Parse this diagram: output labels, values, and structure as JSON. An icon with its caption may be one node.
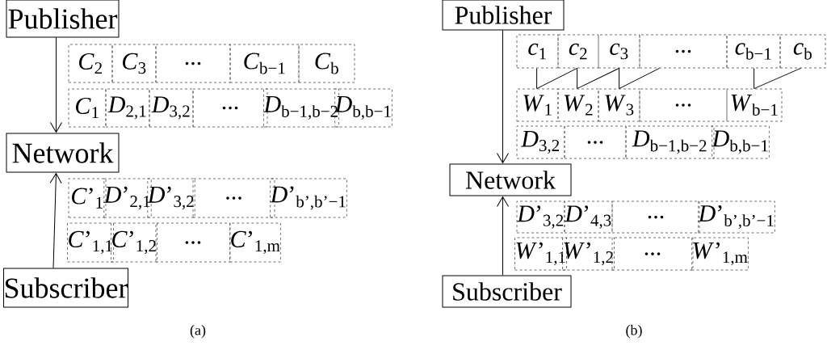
{
  "diagram": {
    "nodes": [
      {
        "text": [
          "Publisher"
        ]
      },
      {
        "text": [
          "Network"
        ]
      },
      {
        "text": [
          "Subscriber"
        ]
      },
      {
        "text": [
          "*C*$_{2}$"
        ]
      },
      {
        "text": [
          "*C*$_{3}$"
        ]
      },
      {
        "text": [
          "..."
        ]
      },
      {
        "text": [
          "*C*$_{b−1}$"
        ]
      },
      {
        "text": [
          "*C*$_{b}$"
        ]
      },
      {
        "text": [
          "*C*$_{1}$"
        ]
      },
      {
        "text": [
          "*D*$_{2,1}$"
        ]
      },
      {
        "text": [
          "*D*$_{3,2}$"
        ]
      },
      {
        "text": [
          "..."
        ]
      },
      {
        "text": [
          "*D*$_{b−1,b−2}$"
        ]
      },
      {
        "text": [
          "*D*$_{b,b−1}$"
        ]
      },
      {
        "text": [
          "*C*’$_{1}$"
        ]
      },
      {
        "text": [
          "*D*’$_{2,1}$"
        ]
      },
      {
        "text": [
          "*D*’$_{3,2}$"
        ]
      },
      {
        "text": [
          "..."
        ]
      },
      {
        "text": [
          "*D*’$_{b’,b’−1}$"
        ]
      },
      {
        "text": [
          "*C*’$_{1,1}$"
        ]
      },
      {
        "text": [
          "*C*’$_{1,2}$"
        ]
      },
      {
        "text": [
          "..."
        ]
      },
      {
        "text": [
          "*C*’$_{1,m}$"
        ]
      },
      {
        "text": [
          "Publisher"
        ]
      },
      {
        "text": [
          "Network"
        ]
      },
      {
        "text": [
          "Subscriber"
        ]
      },
      {
        "text": [
          "*c*$_{1}$"
        ]
      },
      {
        "text": [
          "*c*$_{2}$"
        ]
      },
      {
        "text": [
          "*c*$_{3}$"
        ]
      },
      {
        "text": [
          "..."
        ]
      },
      {
        "text": [
          "*c*$_{b−1}$"
        ]
      },
      {
        "text": [
          "*c*$_{b}$"
        ]
      },
      {
        "text": [
          "*W*$_{1}$"
        ]
      },
      {
        "text": [
          "*W*$_{2}$"
        ]
      },
      {
        "text": [
          "*W*$_{3}$"
        ]
      },
      {
        "text": [
          "..."
        ]
      },
      {
        "text": [
          "*W*$_{b−1}$"
        ]
      },
      {
        "text": [
          "*D*$_{3,2}$"
        ]
      },
      {
        "text": [
          "..."
        ]
      },
      {
        "text": [
          "*D*$_{b−1,b−2}$"
        ]
      },
      {
        "text": [
          "*D*$_{b,b−1}$"
        ]
      },
      {
        "text": [
          "*D*’$_{3,2}$"
        ]
      },
      {
        "text": [
          "*D*’$_{4,3}$"
        ]
      },
      {
        "text": [
          "..."
        ]
      },
      {
        "text": [
          "*D*’$_{b’,b’−1}$"
        ]
      },
      {
        "text": [
          "*W*’$_{1,1}$"
        ]
      },
      {
        "text": [
          "*W*’$_{1,2}$"
        ]
      },
      {
        "text": [
          "..."
        ]
      },
      {
        "text": [
          "*W*’$_{1,m}$"
        ]
      }
    ],
    "edges": [
      {
        "from": 0,
        "to": 1,
        "arrow": "to"
      },
      {
        "from": 2,
        "to": 1,
        "arrow": "to"
      },
      {
        "from": 23,
        "to": 24,
        "arrow": "to"
      },
      {
        "from": 25,
        "to": 24,
        "arrow": "to"
      },
      {
        "from": 26,
        "to": 32,
        "arrow": "none"
      },
      {
        "from": 32,
        "to": 27,
        "arrow": "none"
      },
      {
        "from": 27,
        "to": 33,
        "arrow": "none"
      },
      {
        "from": 33,
        "to": 28,
        "arrow": "none"
      },
      {
        "from": 28,
        "to": 34,
        "arrow": "none"
      },
      {
        "from": 34,
        "to": 29,
        "arrow": "none"
      },
      {
        "from": 30,
        "to": 36,
        "arrow": "none"
      },
      {
        "from": 36,
        "to": 31,
        "arrow": "none"
      }
    ],
    "labels": [
      "(a)",
      "(b)"
    ]
  }
}
